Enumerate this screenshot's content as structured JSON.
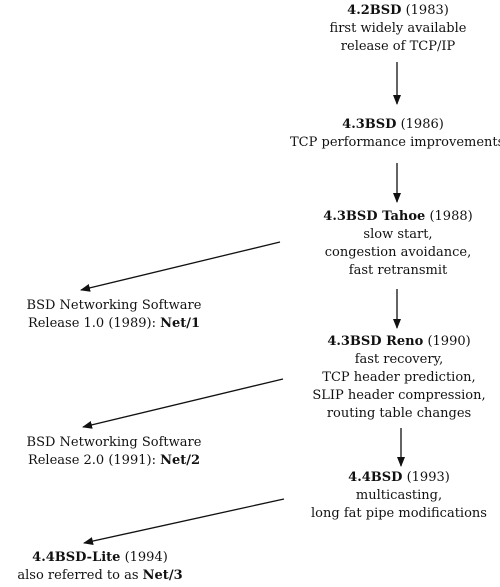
{
  "mainline": [
    {
      "name": "4.2BSD",
      "year": "(1983)",
      "lines": [
        "first widely available",
        "release of TCP/IP"
      ]
    },
    {
      "name": "4.3BSD",
      "year": "(1986)",
      "lines": [
        "TCP performance improvements"
      ]
    },
    {
      "name": "4.3BSD Tahoe",
      "year": "(1988)",
      "lines": [
        "slow start,",
        "congestion avoidance,",
        "fast retransmit"
      ]
    },
    {
      "name": "4.3BSD Reno",
      "year": "(1990)",
      "lines": [
        "fast recovery,",
        "TCP header prediction,",
        "SLIP header compression,",
        "routing table changes"
      ]
    },
    {
      "name": "4.4BSD",
      "year": "(1993)",
      "lines": [
        "multicasting,",
        "long fat pipe modifications"
      ]
    }
  ],
  "releases": [
    {
      "line1": "BSD Networking Software",
      "line2_prefix": "Release 1.0 (1989): ",
      "line2_bold": "Net/1"
    },
    {
      "line1": "BSD Networking Software",
      "line2_prefix": "Release 2.0 (1991): ",
      "line2_bold": "Net/2"
    },
    {
      "line1_bold": "4.4BSD-Lite",
      "line1_suffix": " (1994)",
      "line2_prefix": "also referred to as ",
      "line2_bold": "Net/3"
    }
  ]
}
